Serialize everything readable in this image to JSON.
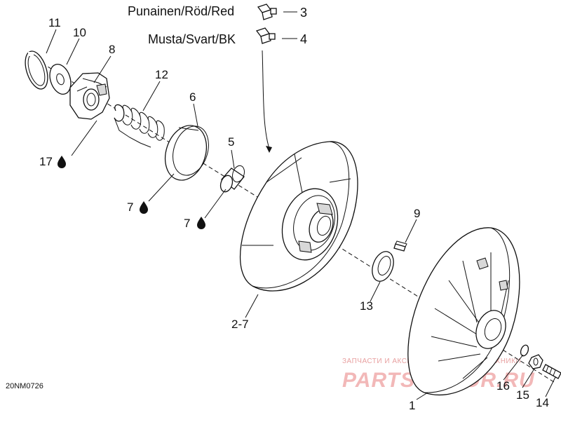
{
  "legend": {
    "red_label": "Punainen/Röd/Red",
    "red_callout": "3",
    "black_label": "Musta/Svart/BK",
    "black_callout": "4"
  },
  "callouts": {
    "c11": "11",
    "c10": "10",
    "c8": "8",
    "c12": "12",
    "c6": "6",
    "c5": "5",
    "c17": "17",
    "c7a": "7",
    "c7b": "7",
    "c9": "9",
    "c13": "13",
    "c2_7": "2-7",
    "c1": "1",
    "c16": "16",
    "c15": "15",
    "c14": "14"
  },
  "drawing_code": "20NM0726",
  "watermark": {
    "small": "ЗАПЧАСТИ И АКСЕССУАРЫ ДЛЯ МОТОТЕХНИКИ",
    "big": "PARTSMOTOR.RU"
  },
  "icons": {
    "lubricant": "oil-drop-icon",
    "connector": "wire-connector-icon"
  },
  "colors": {
    "line": "#111111",
    "watermark": "#f2b8b8"
  }
}
